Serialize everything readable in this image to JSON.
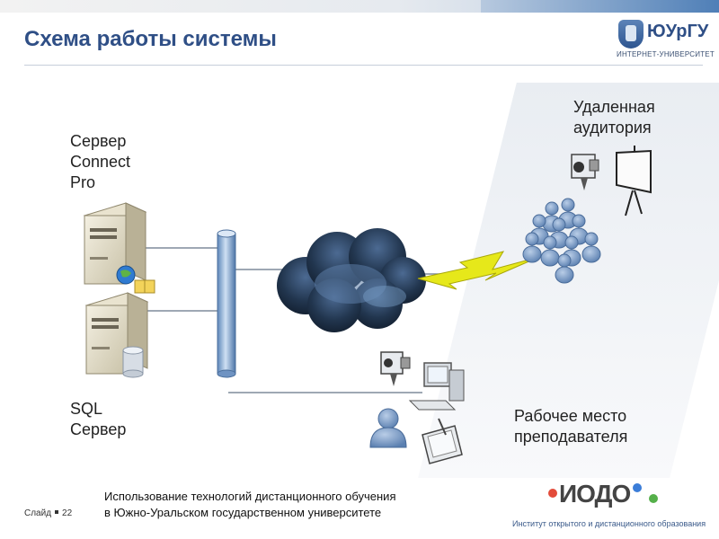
{
  "slide": {
    "title": "Схема работы системы",
    "number_label": "Слайд",
    "number": "22"
  },
  "logo": {
    "name": "ЮУрГУ",
    "subtitle": "ИНТЕРНЕТ-УНИВЕРСИТЕТ"
  },
  "diagram": {
    "connect_server_label": "Сервер\nConnect\nPro",
    "sql_server_label": "SQL\nСервер",
    "remote_audience_label": "Удаленная\nаудитория",
    "teacher_workplace_label": "Рабочее место\nпреподавателя"
  },
  "footer": {
    "description": "Использование технологий дистанционного обучения\nв Южно-Уральском государственном университете",
    "institute_logo": "ИОДО",
    "institute_name": "Институт открытого и дистанционного образования"
  },
  "colors": {
    "title": "#2f4f86",
    "cloud": "#2b4260",
    "bus": "#8eb1d8",
    "lightning": "#e6e81a",
    "people": "#7e9fc9"
  }
}
